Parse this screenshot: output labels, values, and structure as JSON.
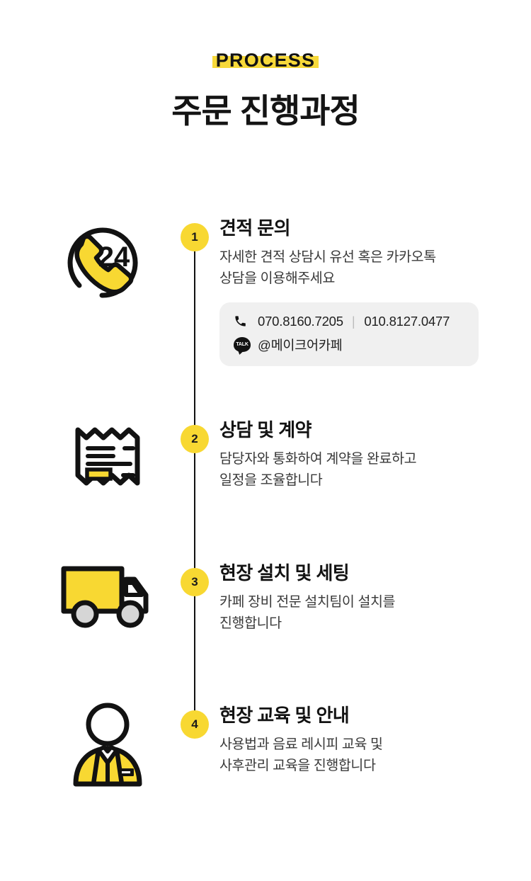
{
  "header": {
    "eyebrow": "PROCESS",
    "title": "주문 진행과정"
  },
  "colors": {
    "accent_yellow": "#F7D93A",
    "marker_yellow": "#F8D832",
    "ink": "#141414",
    "body_text": "#3a3a3a",
    "contact_box_bg": "#F0F0F0",
    "wheel_gray": "#D6D6D6"
  },
  "steps": [
    {
      "number": "1",
      "title": "견적 문의",
      "desc_line1": "자세한 견적 상담시 유선 혹은 카카오톡",
      "desc_line2": "상담을 이용해주세요",
      "icon_name": "phone-24h-icon",
      "icon_label": "24",
      "contact": {
        "phone_icon_name": "phone-handset-icon",
        "phone_primary": "070.8160.7205",
        "phone_separator": "|",
        "phone_secondary": "010.8127.0477",
        "kakao_icon_name": "kakaotalk-icon",
        "kakao_icon_label": "TALK",
        "kakao_id": "@메이크어카페"
      }
    },
    {
      "number": "2",
      "title": "상담 및 계약",
      "desc_line1": "담당자와 통화하여 계약을 완료하고",
      "desc_line2": "일정을 조율합니다",
      "icon_name": "receipt-icon"
    },
    {
      "number": "3",
      "title": "현장 설치 및 세팅",
      "desc_line1": "카페 장비 전문 설치팀이 설치를",
      "desc_line2": "진행합니다",
      "icon_name": "delivery-truck-icon"
    },
    {
      "number": "4",
      "title": "현장 교육 및 안내",
      "desc_line1": "사용법과 음료 레시피 교육 및",
      "desc_line2": "사후관리 교육을 진행합니다",
      "icon_name": "staff-person-icon"
    }
  ]
}
